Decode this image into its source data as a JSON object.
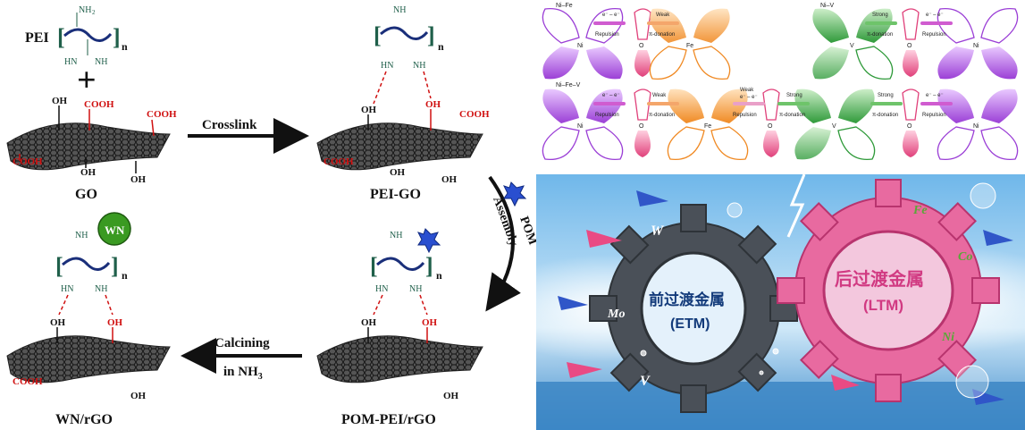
{
  "scheme": {
    "labels": {
      "pei": "PEI",
      "go": "GO",
      "pei_go": "PEI-GO",
      "pom_pei_rgo": "POM-PEI/rGO",
      "wn_rgo": "WN/rGO",
      "wn_ball": "WN"
    },
    "arrows": {
      "crosslink": "Crosslink",
      "pom_assembly_1": "POM",
      "pom_assembly_2": "Assembly",
      "calcining_1": "Calcining",
      "calcining_2": "in NH",
      "calcining_sub": "3"
    },
    "groups": {
      "oh": "OH",
      "cooh": "COOH",
      "nh2": "NH",
      "nh2_sub": "2",
      "hn": "HN",
      "n": "N",
      "sub_n": "n",
      "plus": "+"
    }
  },
  "orbitals": {
    "row1_left_title": "Ni–Fe",
    "row1_right_title": "Ni–V",
    "row2_title": "Ni–Fe–V",
    "ni": "Ni",
    "fe": "Fe",
    "v": "V",
    "o": "O",
    "ee": "e⁻ – e⁻",
    "repulsion": "Repulsion",
    "weak": "Weak",
    "strong": "Strong",
    "pi_donation": "π-donation",
    "colors": {
      "ni": "#b04fe0",
      "fe": "#f08a24",
      "v": "#2f9a3a",
      "o": "#e0407a"
    }
  },
  "banner": {
    "etm_cn": "前过渡金属",
    "etm_en": "(ETM)",
    "ltm_cn": "后过渡金属",
    "ltm_en": "(LTM)",
    "gear_left_letters": [
      "W",
      "Mo",
      "V"
    ],
    "gear_right_letters": [
      "Fe",
      "Co",
      "Ni"
    ]
  }
}
